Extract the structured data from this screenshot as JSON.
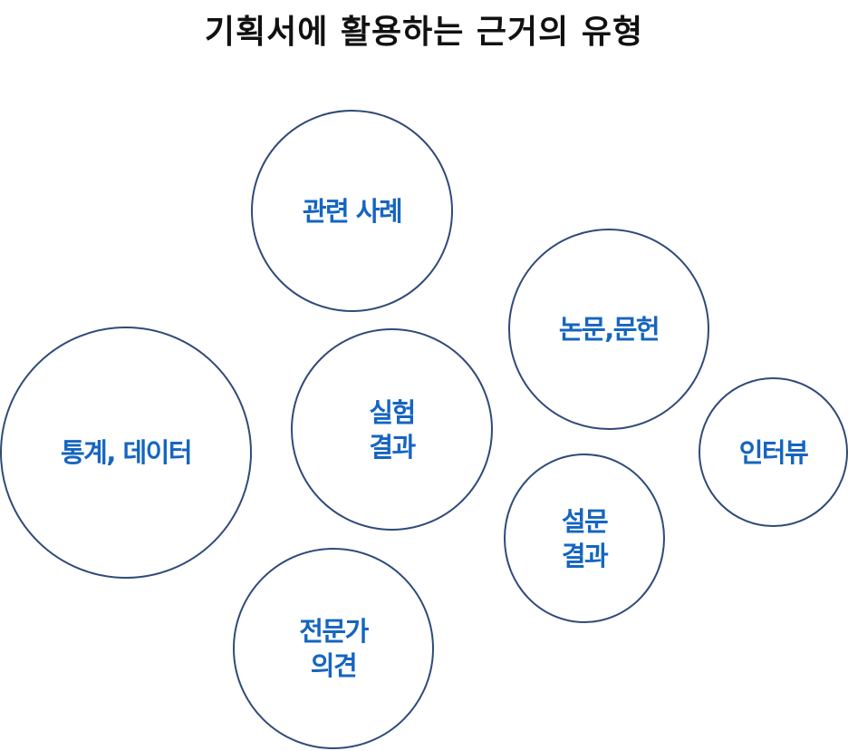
{
  "title": "기획서에 활용하는 근거의 유형",
  "colors": {
    "title_text": "#111111",
    "circle_border": "#2f4b79",
    "label_text": "#1565c0",
    "background": "#ffffff"
  },
  "bubbles": [
    {
      "id": "cases",
      "label": "관련 사례"
    },
    {
      "id": "papers",
      "label": "논문,문헌"
    },
    {
      "id": "stats",
      "label": "통계, 데이터"
    },
    {
      "id": "exp",
      "label": "실험\n결과"
    },
    {
      "id": "inter",
      "label": "인터뷰"
    },
    {
      "id": "survey",
      "label": "설문\n결과"
    },
    {
      "id": "expert",
      "label": "전문가\n의견"
    }
  ]
}
